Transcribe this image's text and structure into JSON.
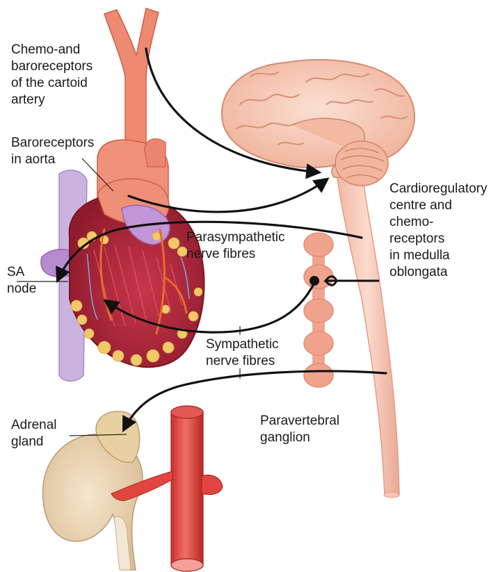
{
  "labels": {
    "carotid": "Chemo-and\nbaroreceptors\nof the cartoid\nartery",
    "aorta": "Baroreceptors\nin aorta",
    "sa_node": "SA\nnode",
    "parasympathetic": "Parasympathetic\nnerve fibres",
    "sympathetic": "Sympathetic\nnerve fibres",
    "cardioregulatory": "Cardioregulatory\ncentre and\nchemo-\nreceptors\nin medulla\noblongata",
    "paravertebral": "Paravertebral\nganglion",
    "adrenal": "Adrenal\ngland"
  },
  "colors": {
    "artery": "#ee8a72",
    "artery_dark": "#cf5e48",
    "brain": "#f6c6b0",
    "brain_fold": "#d88f78",
    "spinal_cord": "#f7c9b9",
    "heart_muscle": "#b3263a",
    "heart_fat": "#f2c96a",
    "vein": "#b99ad0",
    "ganglion": "#f1a48d",
    "kidney": "#eed6b4",
    "vessel_red": "#e0463f",
    "arrow": "#111111"
  }
}
